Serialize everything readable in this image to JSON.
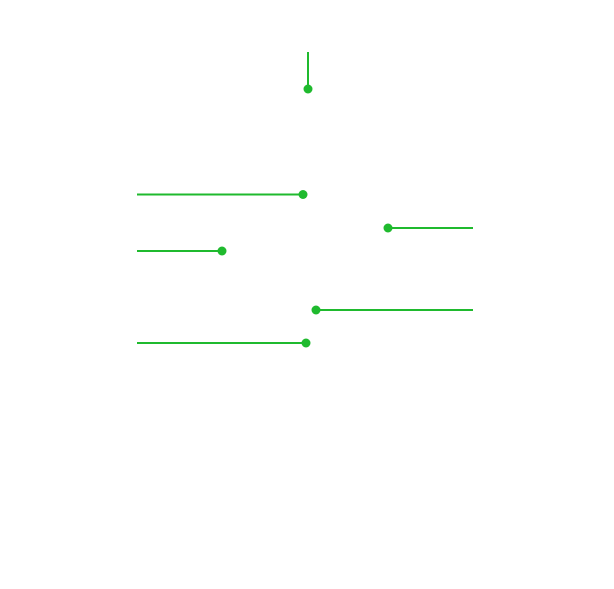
{
  "colors": {
    "background": "#ffffff",
    "leader": "#1fba2e"
  },
  "annotations": [
    {
      "id": "top",
      "label": ""
    },
    {
      "id": "left-1",
      "label": ""
    },
    {
      "id": "right-1",
      "label": ""
    },
    {
      "id": "left-2",
      "label": ""
    },
    {
      "id": "right-2",
      "label": ""
    },
    {
      "id": "left-3",
      "label": ""
    }
  ]
}
